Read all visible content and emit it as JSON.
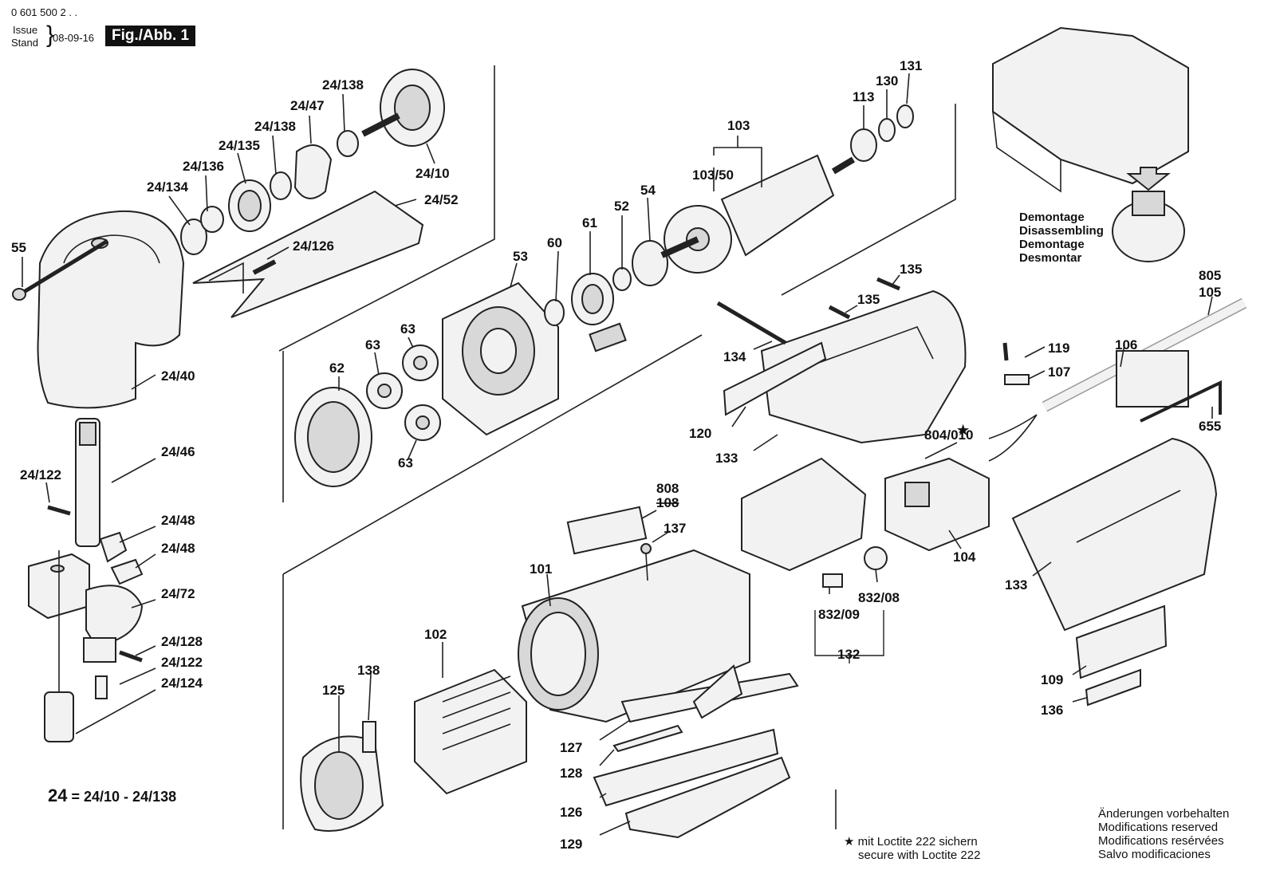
{
  "header": {
    "doc_number": "0 601 500 2 . .",
    "issue_label": "Issue",
    "stand_label": "Stand",
    "date": "08-09-16",
    "fig_label": "Fig./Abb. 1"
  },
  "labels": [
    {
      "id": "55",
      "text": "55"
    },
    {
      "id": "24-134",
      "text": "24/134"
    },
    {
      "id": "24-136",
      "text": "24/136"
    },
    {
      "id": "24-135",
      "text": "24/135"
    },
    {
      "id": "24-138a",
      "text": "24/138"
    },
    {
      "id": "24-47",
      "text": "24/47"
    },
    {
      "id": "24-138b",
      "text": "24/138"
    },
    {
      "id": "24-10",
      "text": "24/10"
    },
    {
      "id": "24-52",
      "text": "24/52"
    },
    {
      "id": "24-126",
      "text": "24/126"
    },
    {
      "id": "24-40",
      "text": "24/40"
    },
    {
      "id": "24-46",
      "text": "24/46"
    },
    {
      "id": "24-122a",
      "text": "24/122"
    },
    {
      "id": "24-48a",
      "text": "24/48"
    },
    {
      "id": "24-48b",
      "text": "24/48"
    },
    {
      "id": "24-72",
      "text": "24/72"
    },
    {
      "id": "24-128",
      "text": "24/128"
    },
    {
      "id": "24-122b",
      "text": "24/122"
    },
    {
      "id": "24-124",
      "text": "24/124"
    },
    {
      "id": "53",
      "text": "53"
    },
    {
      "id": "60",
      "text": "60"
    },
    {
      "id": "61",
      "text": "61"
    },
    {
      "id": "52",
      "text": "52"
    },
    {
      "id": "54",
      "text": "54"
    },
    {
      "id": "62",
      "text": "62"
    },
    {
      "id": "63a",
      "text": "63"
    },
    {
      "id": "63b",
      "text": "63"
    },
    {
      "id": "63c",
      "text": "63"
    },
    {
      "id": "103",
      "text": "103"
    },
    {
      "id": "103-50",
      "text": "103/50"
    },
    {
      "id": "113",
      "text": "113"
    },
    {
      "id": "130",
      "text": "130"
    },
    {
      "id": "131",
      "text": "131"
    },
    {
      "id": "135a",
      "text": "135"
    },
    {
      "id": "135b",
      "text": "135"
    },
    {
      "id": "134",
      "text": "134"
    },
    {
      "id": "120",
      "text": "120"
    },
    {
      "id": "133a",
      "text": "133"
    },
    {
      "id": "119",
      "text": "119"
    },
    {
      "id": "107",
      "text": "107"
    },
    {
      "id": "106",
      "text": "106"
    },
    {
      "id": "805",
      "text": "805"
    },
    {
      "id": "105",
      "text": "105"
    },
    {
      "id": "655",
      "text": "655"
    },
    {
      "id": "804-010",
      "text": "804/010"
    },
    {
      "id": "808",
      "text": "808"
    },
    {
      "id": "108",
      "text": "108"
    },
    {
      "id": "137",
      "text": "137"
    },
    {
      "id": "101",
      "text": "101"
    },
    {
      "id": "104",
      "text": "104"
    },
    {
      "id": "832-09",
      "text": "832/09"
    },
    {
      "id": "832-08",
      "text": "832/08"
    },
    {
      "id": "132",
      "text": "132"
    },
    {
      "id": "133b",
      "text": "133"
    },
    {
      "id": "102",
      "text": "102"
    },
    {
      "id": "138",
      "text": "138"
    },
    {
      "id": "125",
      "text": "125"
    },
    {
      "id": "127",
      "text": "127"
    },
    {
      "id": "128",
      "text": "128"
    },
    {
      "id": "126",
      "text": "126"
    },
    {
      "id": "129",
      "text": "129"
    },
    {
      "id": "109",
      "text": "109"
    },
    {
      "id": "136",
      "text": "136"
    }
  ],
  "star_symbol": "★",
  "formula": {
    "prefix": "24",
    "rest": "= 24/10 - 24/138"
  },
  "disassembly": [
    "Demontage",
    "Disassembling",
    "Demontage",
    "Desmontar"
  ],
  "loctite": {
    "line1": "mit Loctite 222 sichern",
    "line2": "secure with Loctite 222"
  },
  "footer_notes": [
    "Änderungen vorbehalten",
    "Modifications reserved",
    "Modifications resérvées",
    "Salvo modificaciones"
  ]
}
